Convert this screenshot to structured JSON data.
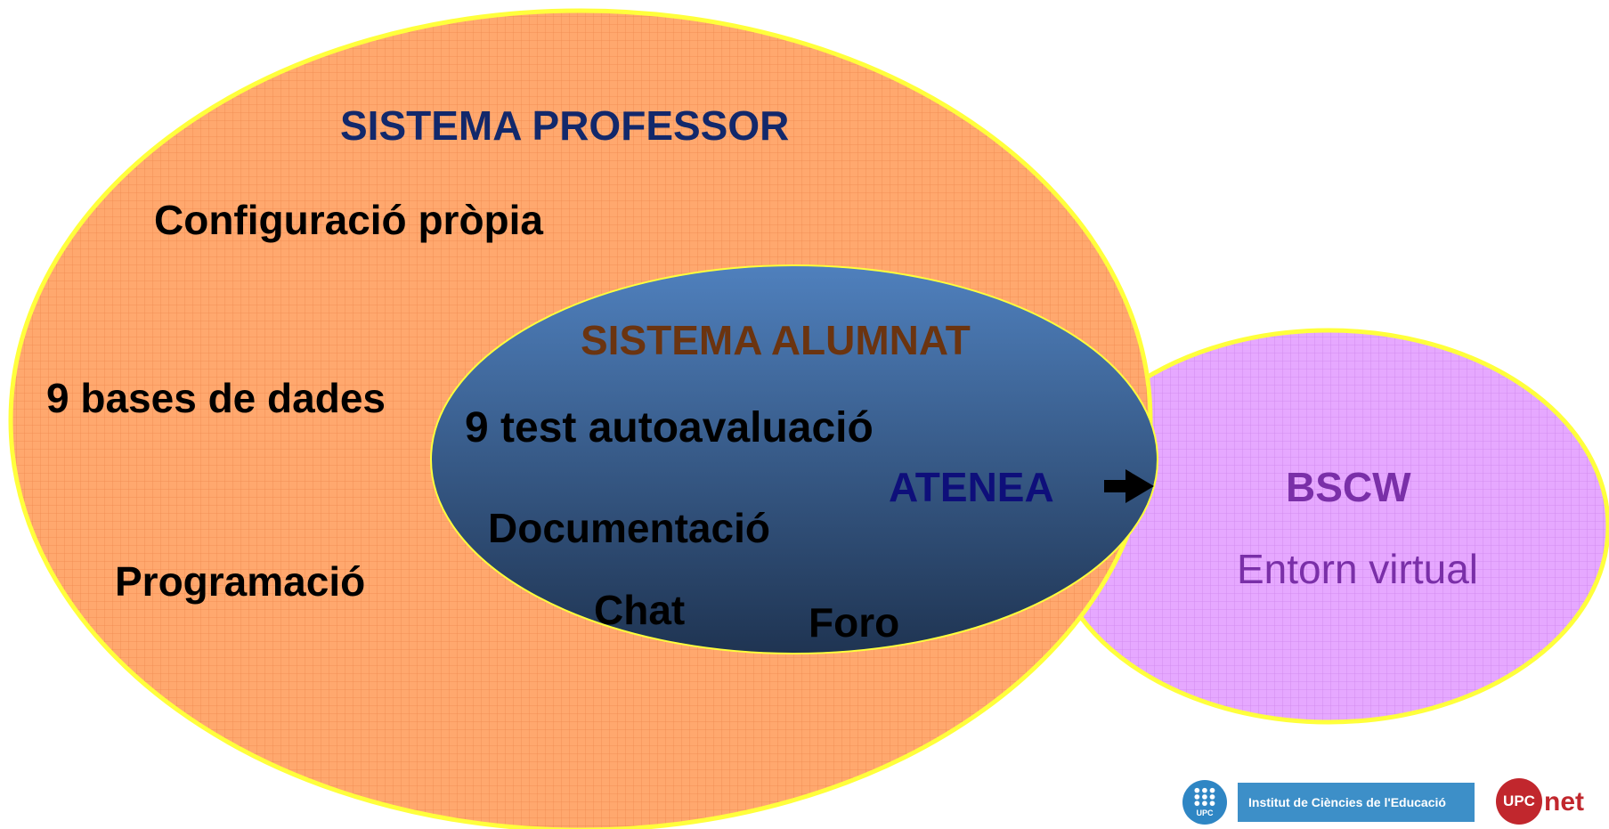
{
  "diagram": {
    "sistema_professor": {
      "title": "SISTEMA PROFESSOR",
      "items": [
        "Configuració pròpia",
        "9 bases de dades",
        "Programació"
      ]
    },
    "sistema_alumnat": {
      "title": "SISTEMA ALUMNAT",
      "items": [
        "9 test autoavaluació",
        "Documentació",
        "Chat",
        "Foro"
      ],
      "platform": "ATENEA"
    },
    "bscw": {
      "title": "BSCW",
      "subtitle": "Entorn virtual"
    }
  },
  "logos": {
    "upc": "UPC",
    "ice": "Institut de Ciències de l'Educació",
    "upcnet_prefix": "UPC",
    "upcnet_suffix": "net"
  },
  "colors": {
    "professor_fill": "#ffa86e",
    "professor_border": "#ffff3c",
    "alumnat_top": "#4f80bd",
    "alumnat_bottom": "#1f3452",
    "bscw_fill": "#e6a8ff",
    "bscw_border": "#ffff3c",
    "professor_title": "#12286b",
    "alumnat_title": "#6b3410",
    "atenea": "#0e0f7a",
    "bscw_text": "#7a2fa8"
  }
}
